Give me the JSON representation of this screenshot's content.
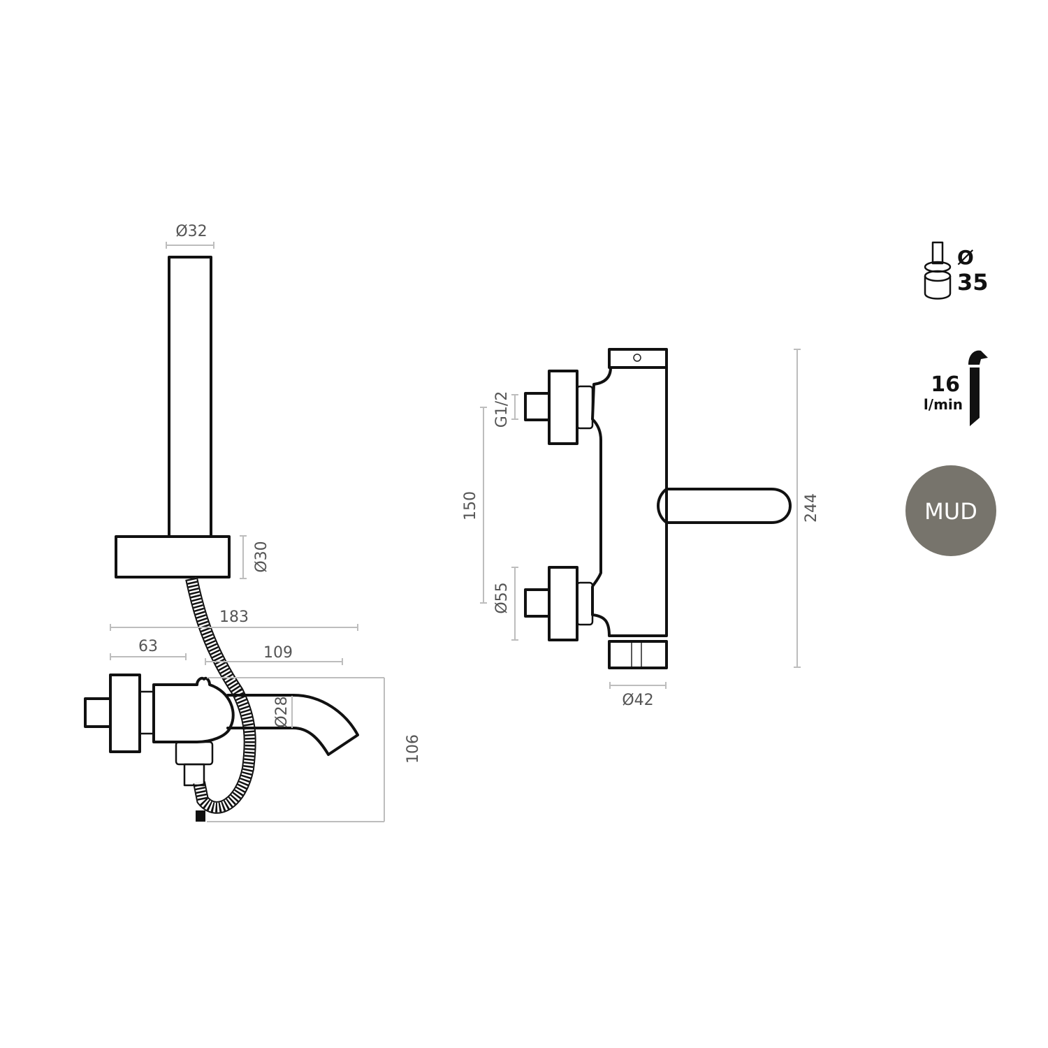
{
  "side_view": {
    "dimensions": {
      "hand_shower_diameter": "Ø32",
      "holder_diameter": "Ø30",
      "total_depth": "183",
      "inlet_depth": "63",
      "spout_depth": "109",
      "spout_diameter": "Ø28",
      "height": "106"
    }
  },
  "front_view": {
    "dimensions": {
      "thread": "G1/2",
      "centers": "150",
      "escutcheon_diameter": "Ø55",
      "body_diameter": "Ø42",
      "total_width": "244"
    }
  },
  "specs": {
    "cartridge": {
      "symbol": "Ø",
      "value": "35"
    },
    "flow_rate": {
      "value": "16",
      "unit": "l/min"
    },
    "finish": {
      "label": "MUD",
      "color": "#77746c"
    }
  }
}
